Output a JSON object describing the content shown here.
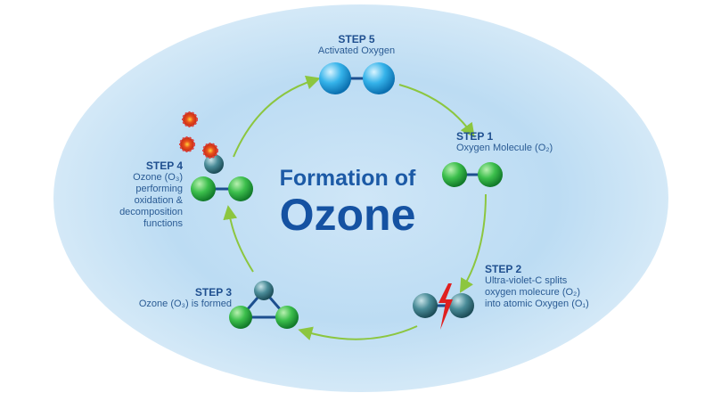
{
  "title": {
    "line1": "Formation of",
    "line2": "Ozone"
  },
  "steps": [
    {
      "step": "STEP 1",
      "text": "Oxygen Molecule (O₂)"
    },
    {
      "step": "STEP 2",
      "lines": [
        "Ultra-violet-C splits",
        "oxygen molecure (O₂)",
        "into atomic Oxygen (O₁)"
      ]
    },
    {
      "step": "STEP 3",
      "text": "Ozone (O₃) is formed"
    },
    {
      "step": "STEP 4",
      "lines": [
        "Ozone (O₃)",
        "performing",
        "oxidation &",
        "decomposition",
        "functions"
      ]
    },
    {
      "step": "STEP 5",
      "text": "Activated Oxygen"
    }
  ],
  "colors": {
    "arrow": "#8cc63f",
    "oxygen_green": "#2db34a",
    "oxygen_teal": "#3f7f8c",
    "activated_blue": "#29a8e0",
    "title": "#1552a2",
    "lightning": "#e02020"
  }
}
